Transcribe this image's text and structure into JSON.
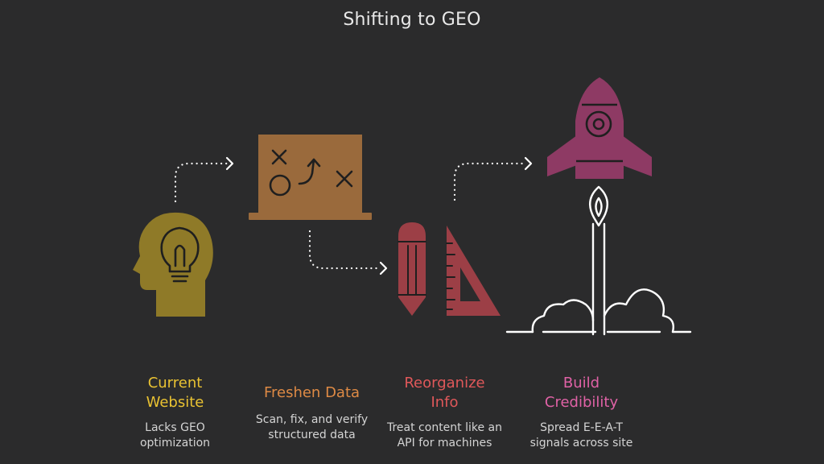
{
  "title": "Shifting to GEO",
  "colors": {
    "background": "#2b2b2c",
    "step1": "#e9c232",
    "step2": "#de8a45",
    "step3": "#e0585a",
    "step4": "#e062a6",
    "icon_head": "#8f7a28",
    "icon_board": "#9a6a3c",
    "icon_tools": "#9c3f46",
    "icon_rocket": "#8e3a64",
    "line": "#ffffff"
  },
  "steps": [
    {
      "label": "Current\nWebsite",
      "desc": "Lacks GEO\noptimization",
      "icon": "head-lightbulb-icon"
    },
    {
      "label": "Freshen Data",
      "desc": "Scan, fix, and verify\nstructured data",
      "icon": "strategy-board-icon"
    },
    {
      "label": "Reorganize\nInfo",
      "desc": "Treat content like an\nAPI for machines",
      "icon": "pencil-ruler-icon"
    },
    {
      "label": "Build\nCredibility",
      "desc": "Spread E-E-A-T\nsignals across site",
      "icon": "rocket-launch-icon"
    }
  ]
}
